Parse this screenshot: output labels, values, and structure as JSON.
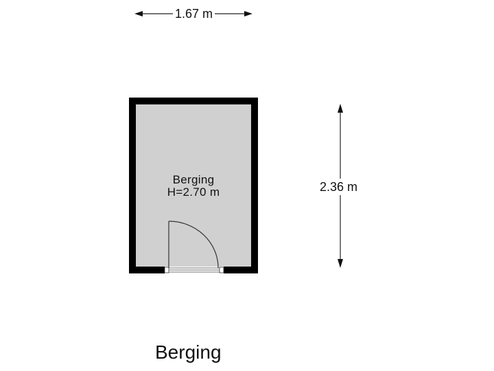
{
  "floorplan": {
    "title": "Berging",
    "room": {
      "name": "Berging",
      "height_label": "H=2.70 m",
      "fill_color": "#d0d0d0",
      "wall_color": "#000000"
    },
    "dimensions": {
      "width_label": "1.67 m",
      "height_label": "2.36 m"
    },
    "door": {
      "type": "single-swing",
      "position": "bottom-wall"
    }
  }
}
